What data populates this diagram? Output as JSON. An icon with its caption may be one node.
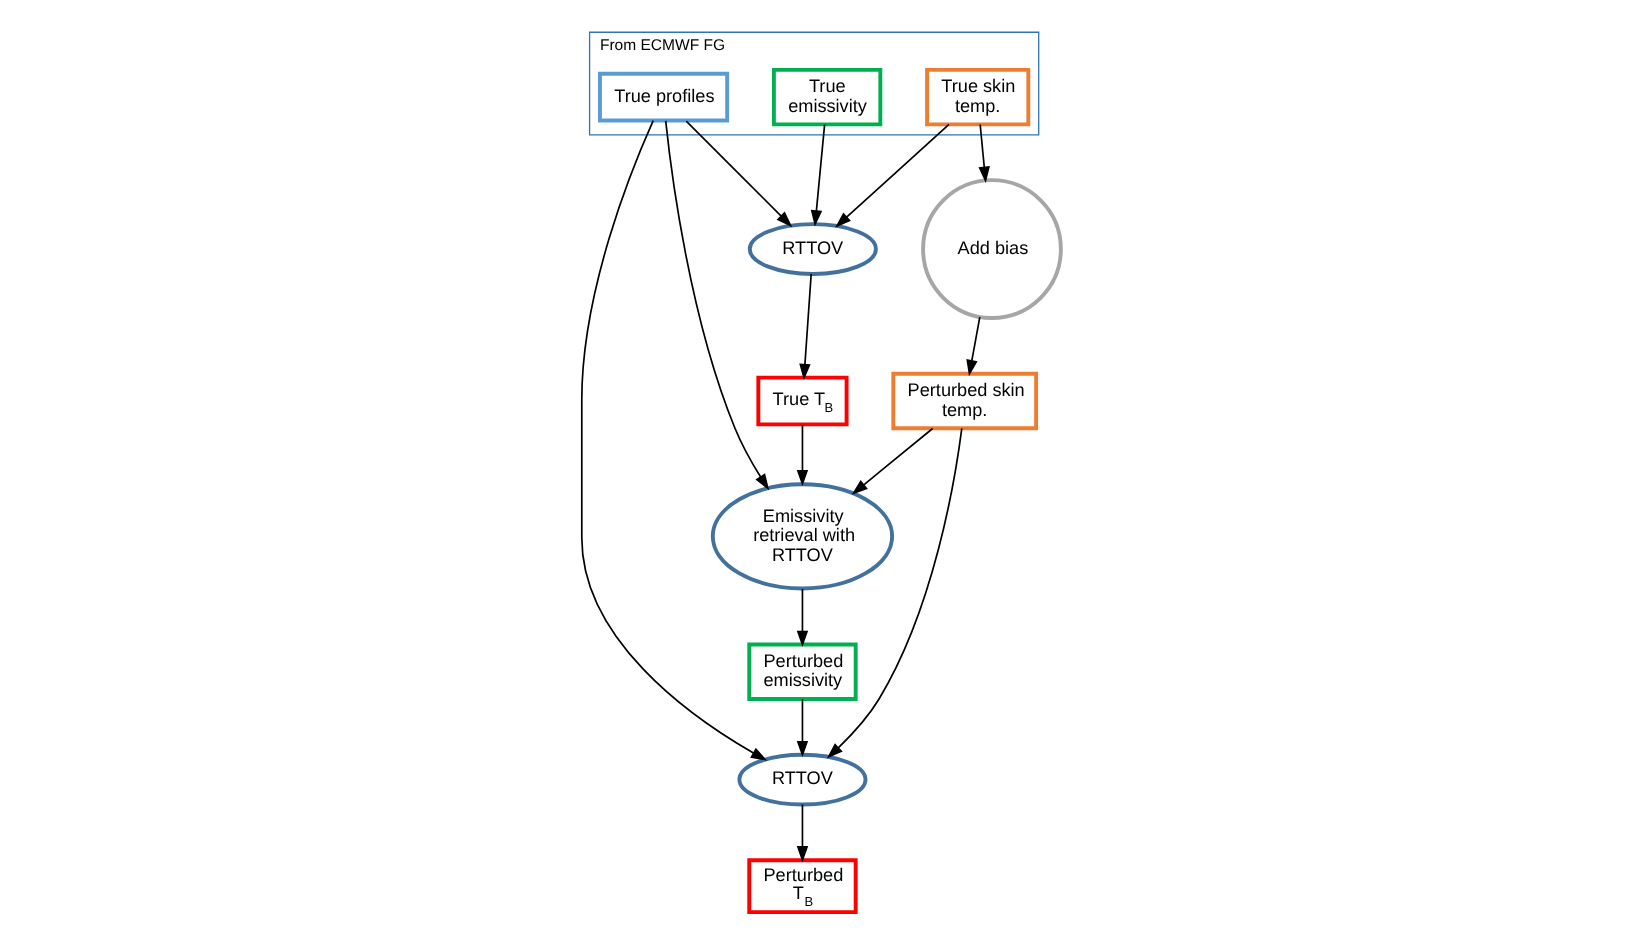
{
  "diagram": {
    "nodes": [
      {
        "text": [
          "From ECMWF FG"
        ]
      },
      {
        "text": [
          "True profiles"
        ],
        "in": 0
      },
      {
        "text": [
          "True emissivity"
        ],
        "in": 0
      },
      {
        "text": [
          "True skin temp."
        ],
        "in": 0
      },
      {
        "text": [
          "Add bias"
        ]
      },
      {
        "text": [
          "Perturbed skin temp."
        ]
      },
      {
        "text": [
          "Perturbed emissivity"
        ]
      },
      {
        "text": [
          "RTTOV"
        ]
      },
      {
        "text": [
          "Emissivity retrieval with RTTOV"
        ]
      },
      {
        "text": [
          "RTTOV"
        ]
      },
      {
        "text": [
          "True T$_{B}$"
        ]
      },
      {
        "text": [
          "Perturbed T$_{B}$"
        ]
      }
    ],
    "edges": [
      {
        "from": 1,
        "to": 7,
        "arrow": "to"
      },
      {
        "from": 2,
        "to": 7,
        "arrow": "to"
      },
      {
        "from": 3,
        "to": 7,
        "arrow": "to"
      },
      {
        "from": 3,
        "to": 4,
        "arrow": "to"
      },
      {
        "from": 4,
        "to": 5,
        "arrow": "to"
      },
      {
        "from": 1,
        "to": 9,
        "arrow": "to"
      },
      {
        "from": 1,
        "to": 8,
        "arrow": "to"
      },
      {
        "from": 5,
        "to": 8,
        "arrow": "to"
      },
      {
        "from": 5,
        "to": 9,
        "arrow": "to"
      },
      {
        "from": 8,
        "to": 6,
        "arrow": "to"
      },
      {
        "from": 6,
        "to": 9,
        "arrow": "to"
      },
      {
        "from": 7,
        "to": 10,
        "arrow": "to"
      },
      {
        "from": 10,
        "to": 8,
        "arrow": "to"
      },
      {
        "from": 9,
        "to": 11,
        "arrow": "to"
      }
    ]
  }
}
